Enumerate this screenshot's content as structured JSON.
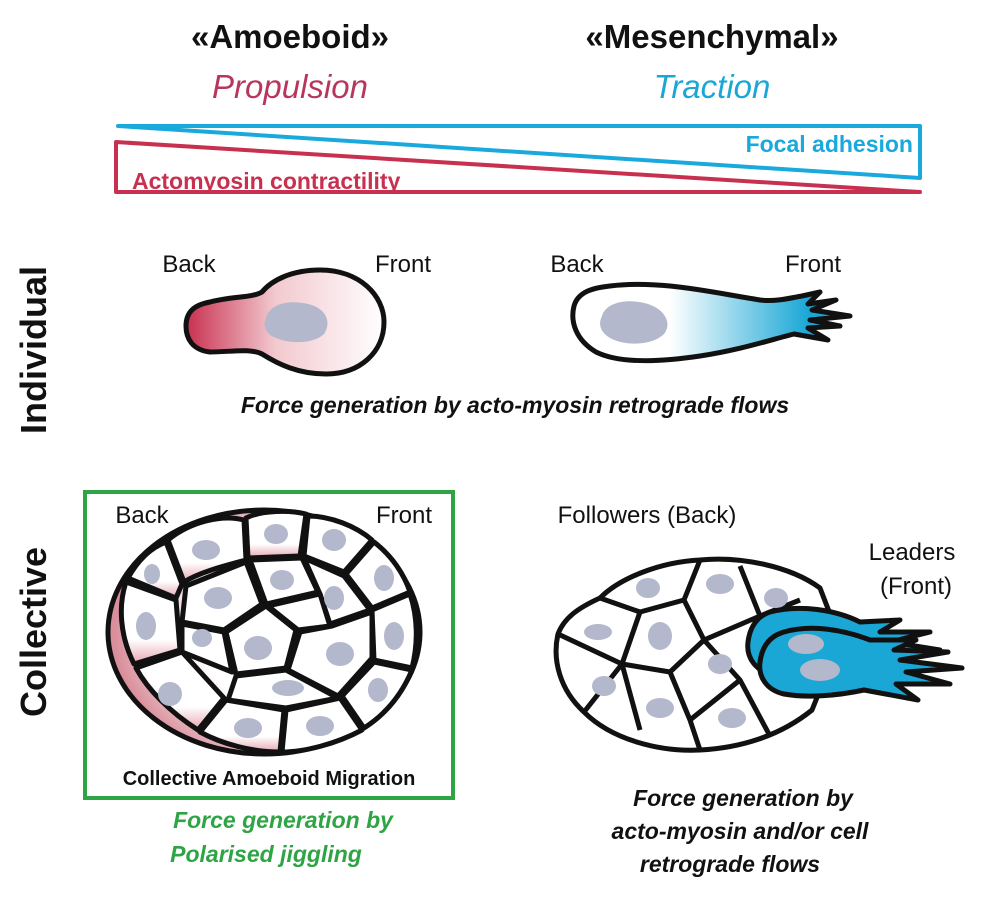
{
  "header": {
    "amoeboid_title": "«Amoeboid»",
    "amoeboid_subtitle": "Propulsion",
    "mesenchymal_title": "«Mesenchymal»",
    "mesenchymal_subtitle": "Traction"
  },
  "gradient": {
    "focal_adhesion_label": "Focal adhesion",
    "actomyosin_label": "Actomyosin contractility"
  },
  "side_labels": {
    "individual": "Individual",
    "collective": "Collective"
  },
  "individual": {
    "amoeboid_back": "Back",
    "amoeboid_front": "Front",
    "mesenchymal_back": "Back",
    "mesenchymal_front": "Front",
    "caption": "Force generation by acto-myosin retrograde flows"
  },
  "collective": {
    "amoeboid_back": "Back",
    "amoeboid_front": "Front",
    "box_label": "Collective Amoeboid Migration",
    "amoeboid_caption_line1": "Force generation by",
    "amoeboid_caption_line2": "Polarised jiggling",
    "followers_label": "Followers (Back)",
    "leaders_line1": "Leaders",
    "leaders_line2": "(Front)",
    "mesenchymal_caption_line1": "Force generation by",
    "mesenchymal_caption_line2": "acto-myosin and/or cell",
    "mesenchymal_caption_line3": "retrograde flows"
  },
  "colors": {
    "propulsion": "#b8365e",
    "traction": "#1aa7d6",
    "actomyosin_red": "#c8304f",
    "focal_blue": "#19a9dc",
    "box_green": "#2ea444",
    "nucleus": "#b3b8cc"
  }
}
